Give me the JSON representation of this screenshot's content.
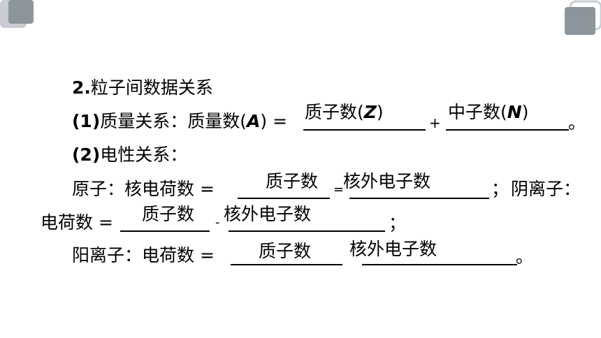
{
  "decor": {
    "accent_gray": "#8d959c",
    "light_gray": "#c9cdd1"
  },
  "heading": {
    "number": "2.",
    "text": "粒子间数据关系"
  },
  "item1": {
    "prefix": "(1)",
    "label": "质量关系：质量数(",
    "var": "A",
    "close": ") =",
    "ans1_text": "质子数(",
    "ans1_var": "Z",
    "ans1_close": ")",
    "plus": "+",
    "ans2_text": "中子数(",
    "ans2_var": "N",
    "ans2_close": ")",
    "end": "。"
  },
  "item2": {
    "prefix": "(2)",
    "label": "电性关系："
  },
  "atom": {
    "label": "原子：核电荷数 =",
    "ans1": "质子数",
    "eq": "=",
    "ans2": "核外电子数",
    "sep": "；",
    "anion_label": "阴离子："
  },
  "anion": {
    "label": "电荷数 =",
    "ans1": "质子数",
    "minus": "-",
    "ans2": "核外电子数",
    "end": "；"
  },
  "cation": {
    "label": "阳离子：电荷数 =",
    "ans1": "质子数",
    "ans2": "核外电子数",
    "end": "。"
  }
}
